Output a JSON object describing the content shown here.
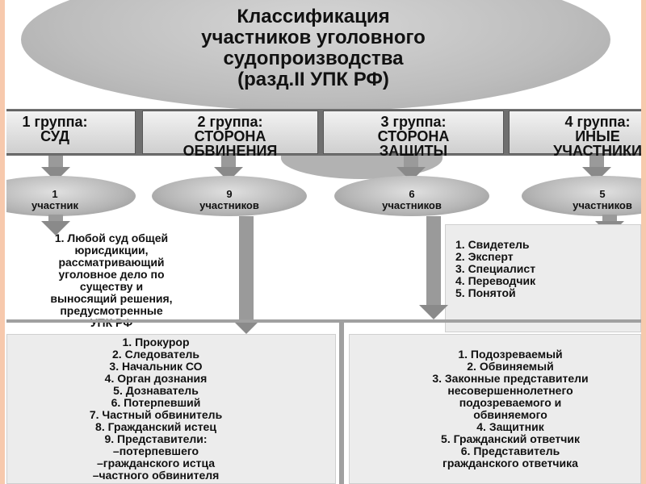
{
  "title": {
    "line1": "Классификация",
    "line2": "участников уголовного",
    "line3": "судопроизводства",
    "line4": "(разд.II УПК РФ)"
  },
  "groups": [
    {
      "line1": "1 группа:",
      "line2": "СУД",
      "line3": ""
    },
    {
      "line1": "2 группа:",
      "line2": "СТОРОНА",
      "line3": "ОБВИНЕНИЯ"
    },
    {
      "line1": "3 группа:",
      "line2": "СТОРОНА",
      "line3": "ЗАЩИТЫ"
    },
    {
      "line1": "4 группа:",
      "line2": "ИНЫЕ",
      "line3": "УЧАСТНИКИ"
    }
  ],
  "counts": [
    {
      "number": "1",
      "word": "участник"
    },
    {
      "number": "9",
      "word": "участников"
    },
    {
      "number": "6",
      "word": "участников"
    },
    {
      "number": "5",
      "word": "участников"
    }
  ],
  "court_list": [
    "1. Любой суд общей",
    "юрисдикции,",
    "рассматривающий",
    "уголовное дело по",
    "существу и",
    "выносящий решения,",
    "предусмотренные",
    "УПК РФ"
  ],
  "other_list": [
    "1. Свидетель",
    "2. Эксперт",
    "3. Специалист",
    "4. Переводчик",
    "5. Понятой"
  ],
  "prosecution_list": [
    "1. Прокурор",
    "2. Следователь",
    "3. Начальник СО",
    "4. Орган дознания",
    "5. Дознаватель",
    "6. Потерпевший",
    "7. Частный обвинитель",
    "8. Гражданский истец",
    "9. Представители:",
    "–потерпевшего",
    "–гражданского истца",
    "–частного обвинителя"
  ],
  "defense_list": [
    "1. Подозреваемый",
    "2. Обвиняемый",
    "3. Законные представители",
    "несовершеннолетнего",
    "подозреваемого и",
    "обвиняемого",
    "4. Защитник",
    "5. Гражданский ответчик",
    "6. Представитель",
    "гражданского ответчика"
  ]
}
